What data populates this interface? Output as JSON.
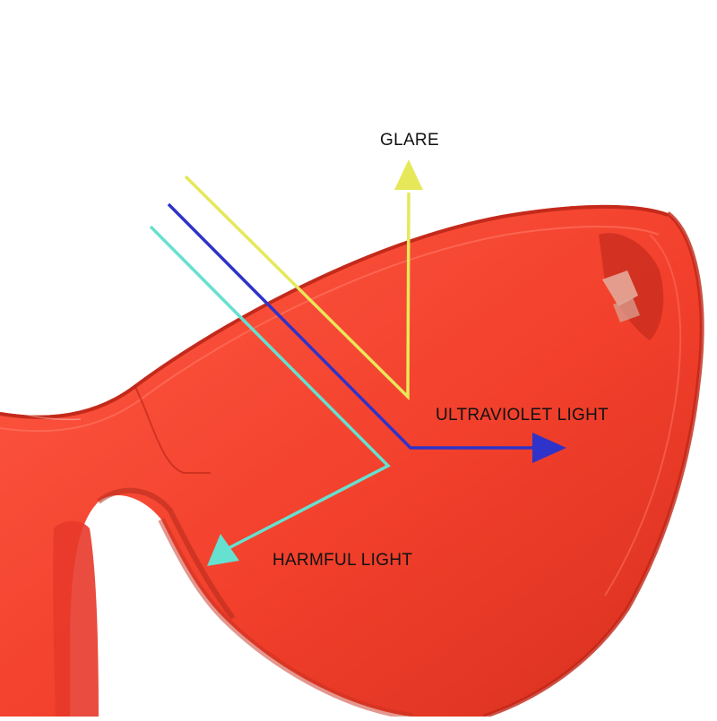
{
  "labels": {
    "glare": "GLARE",
    "ultraviolet": "ULTRAVIOLET LIGHT",
    "harmful": "HARMFUL LIGHT"
  },
  "colors": {
    "lens": "#f2402c",
    "lens_dark": "#c9261a",
    "lens_light": "#ff6a55",
    "glare_ray": "#e6e85a",
    "uv_ray": "#2f33c9",
    "harmful_ray": "#66e0cf",
    "text": "#111111"
  },
  "icons": {
    "glare_arrow": "arrow-up",
    "uv_arrow": "arrow-right",
    "harmful_arrow": "arrow-down-left"
  }
}
